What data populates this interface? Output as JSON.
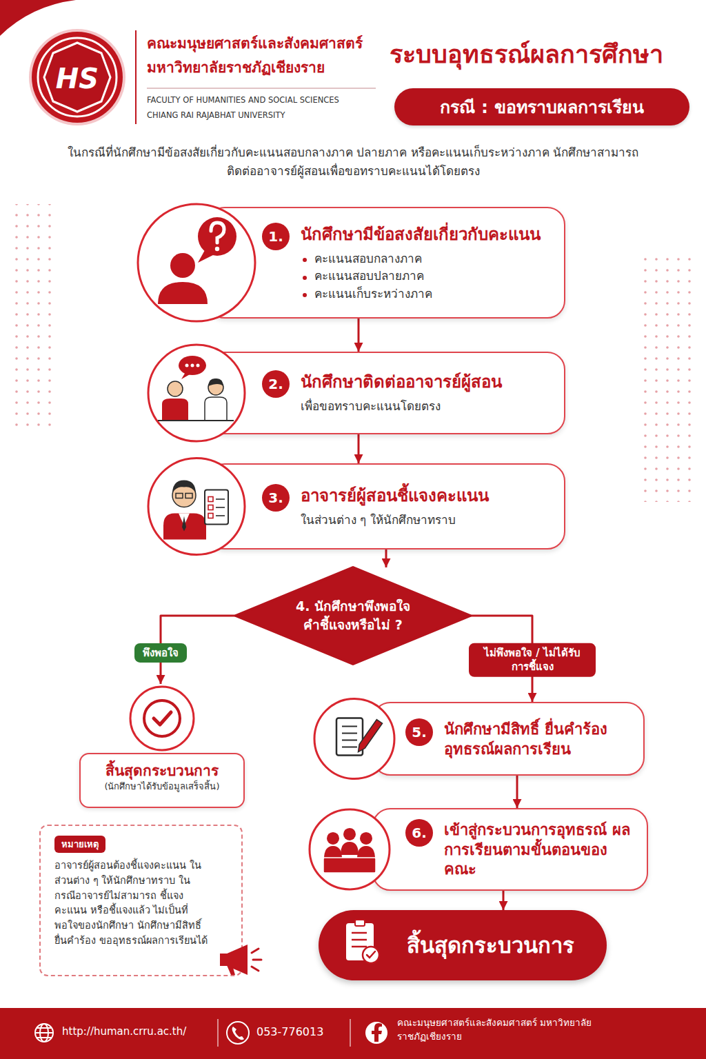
{
  "diagram": {
    "title": "ระบบอุทธรณ์ผลการศึกษา",
    "nodes": [
      {
        "text": [
          "กรณี : ขอทราบผลการเรียน"
        ]
      },
      {
        "text": [
          "1.",
          "นักศึกษามีข้อสงสัยเกี่ยวกับคะแนน",
          "คะแนนสอบกลางภาค",
          "คะแนนสอบปลายภาค",
          "คะแนนเก็บระหว่างภาค"
        ]
      },
      {
        "text": [
          "2.",
          "นักศึกษาติดต่ออาจารย์ผู้สอน",
          "เพื่อขอทราบคะแนนโดยตรง"
        ]
      },
      {
        "text": [
          "3.",
          "อาจารย์ผู้สอนชี้แจงคะแนน",
          "ในส่วนต่าง ๆ ให้นักศึกษาทราบ"
        ]
      },
      {
        "text": [
          "4. นักศึกษาพึงพอใจ คำชี้แจงหรือไม่ ?"
        ]
      },
      {
        "text": [
          "สิ้นสุดกระบวนการ",
          "(นักศึกษาได้รับข้อมูลเสร็จสิ้น)"
        ]
      },
      {
        "text": [
          "5.",
          "นักศึกษามีสิทธิ์ ยื่นคำร้องอุทธรณ์ผลการเรียน"
        ]
      },
      {
        "text": [
          "หมายเหตุ",
          "อาจารย์ผู้สอนต้องชี้แจงคะแนน ในส่วนต่าง ๆ ให้นักศึกษาทราบ ในกรณีอาจารย์ไม่สามารถ ชี้แจงคะแนน หรือชี้แจงแล้ว ไม่เป็นที่พอใจของนักศึกษา นักศึกษามีสิทธิ์ยื่นคำร้อง ขออุทธรณ์ผลการเรียนได้"
        ]
      },
      {
        "text": [
          "6.",
          "เข้าสู่กระบวนการอุทธรณ์ ผลการเรียนตามขั้นตอนของคณะ"
        ]
      },
      {
        "text": [
          "สิ้นสุดกระบวนการ"
        ]
      }
    ],
    "edges": [
      {
        "from": 1,
        "to": 2,
        "arrow": "to"
      },
      {
        "from": 2,
        "to": 3,
        "arrow": "to"
      },
      {
        "from": 3,
        "to": 4,
        "arrow": "to"
      },
      {
        "from": 4,
        "to": 5,
        "label": "พึงพอใจ",
        "arrow": "to"
      },
      {
        "from": 4,
        "to": 6,
        "label": "ไม่พึงพอใจ / ไม่ได้รับการชี้แจง",
        "arrow": "to"
      },
      {
        "from": 6,
        "to": 8,
        "arrow": "to"
      },
      {
        "from": 8,
        "to": 9,
        "arrow": "to"
      }
    ],
    "labels": [
      "HS",
      "คณะมนุษยศาสตร์และสังคมศาสตร์",
      "มหาวิทยาลัยราชภัฏเชียงราย",
      "FACULTY OF HUMANITIES AND SOCIAL SCIENCES",
      "CHIANG RAI RAJABHAT UNIVERSITY",
      "ในกรณีที่นักศึกษามีข้อสงสัยเกี่ยวกับคะแนนสอบกลางภาค ปลายภาค หรือคะแนนเก็บระหว่างภาค นักศึกษาสามารถติดต่ออาจารย์ผู้สอนเพื่อขอทราบคะแนนได้โดยตรง",
      "http://human.crru.ac.th/",
      "053-776013",
      "คณะมนุษยศาสตร์และสังคมศาสตร์ มหาวิทยาลัยราชภัฏเชียงราย"
    ]
  }
}
